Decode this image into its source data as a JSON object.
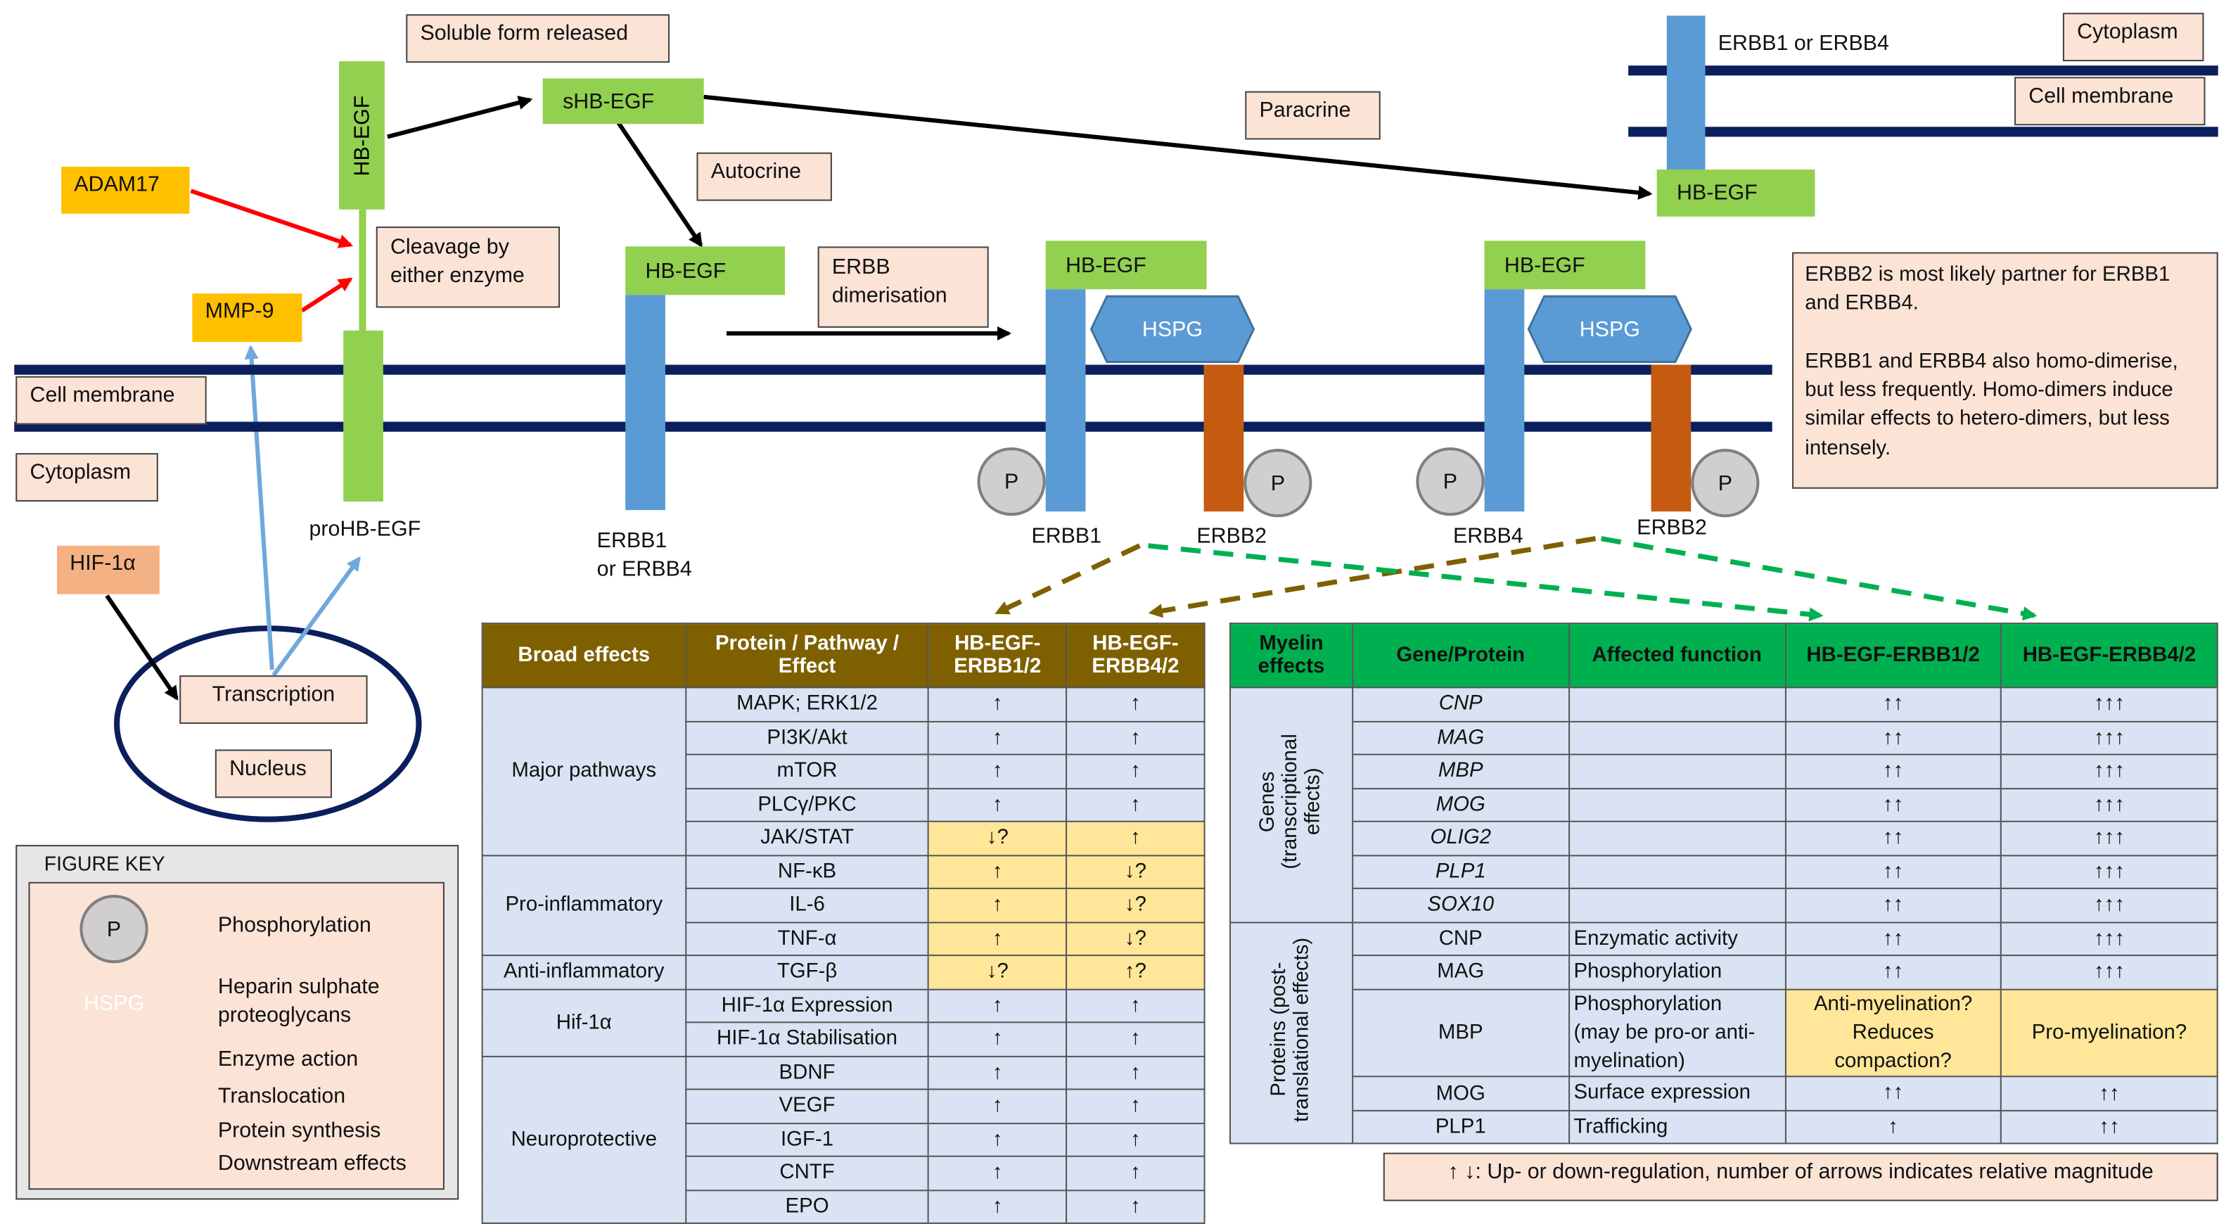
{
  "labels": {
    "soluble_form": "Soluble form released",
    "shbegf": "sHB-EGF",
    "hbegf": "HB-EGF",
    "prohbegf": "proHB-EGF",
    "adam17": "ADAM17",
    "mmp9": "MMP-9",
    "cleavage": "Cleavage by\neither enzyme",
    "autocrine": "Autocrine",
    "paracrine": "Paracrine",
    "erbb_dimerisation": "ERBB\ndimerisation",
    "cell_membrane": "Cell membrane",
    "cytoplasm": "Cytoplasm",
    "hif1a": "HIF-1α",
    "transcription": "Transcription",
    "nucleus": "Nucleus",
    "erbb1_or_erbb4_receptor": "ERBB1\nor ERBB4",
    "erbb1": "ERBB1",
    "erbb2": "ERBB2",
    "erbb4": "ERBB4",
    "erbb1_or_erbb4_top": "ERBB1 or ERBB4",
    "hspg": "HSPG",
    "p": "P",
    "erbb2_note": "ERBB2 is most likely partner for ERBB1 and ERBB4.\n\nERBB1 and ERBB4 also homo-dimerise, but less frequently. Homo-dimers induce similar effects to hetero-dimers, but less intensely.",
    "arrow_legend": "↑ ↓: Up- or down-regulation, number of arrows indicates relative magnitude"
  },
  "key": {
    "title": "FIGURE KEY",
    "p_label": "P",
    "phosphorylation": "Phosphorylation",
    "hspg_label": "HSPG",
    "hspg_desc": "Heparin sulphate\nproteoglycans",
    "enzyme_action": "Enzyme action",
    "translocation": "Translocation",
    "protein_synthesis": "Protein synthesis",
    "downstream": "Downstream effects"
  },
  "colors": {
    "red": "#ff0000",
    "black": "#000000",
    "blue_arrow": "#6fa8dc",
    "green_dash": "#00b050",
    "brown_dash": "#7f6000",
    "membrane": "#0b1f5c",
    "hbegf_green": "#92d050",
    "receptor_blue": "#5b9bd5",
    "erbb2_rust": "#c55a11"
  },
  "table_broad": {
    "headers": [
      "Broad effects",
      "Protein / Pathway / Effect",
      "HB-EGF-ERBB1/2",
      "HB-EGF-ERBB4/2"
    ],
    "groups": [
      {
        "name": "Major pathways",
        "rows": [
          {
            "item": "MAPK; ERK1/2",
            "e1": "↑",
            "e4": "↑",
            "hl1": false,
            "hl4": false
          },
          {
            "item": "PI3K/Akt",
            "e1": "↑",
            "e4": "↑",
            "hl1": false,
            "hl4": false
          },
          {
            "item": "mTOR",
            "e1": "↑",
            "e4": "↑",
            "hl1": false,
            "hl4": false
          },
          {
            "item": "PLCγ/PKC",
            "e1": "↑",
            "e4": "↑",
            "hl1": false,
            "hl4": false
          },
          {
            "item": "JAK/STAT",
            "e1": "↓?",
            "e4": "↑",
            "hl1": true,
            "hl4": true
          }
        ]
      },
      {
        "name": "Pro-inflammatory",
        "rows": [
          {
            "item": "NF-κB",
            "e1": "↑",
            "e4": "↓?",
            "hl1": true,
            "hl4": true
          },
          {
            "item": "IL-6",
            "e1": "↑",
            "e4": "↓?",
            "hl1": true,
            "hl4": true
          },
          {
            "item": "TNF-α",
            "e1": "↑",
            "e4": "↓?",
            "hl1": true,
            "hl4": true
          }
        ]
      },
      {
        "name": "Anti-inflammatory",
        "rows": [
          {
            "item": "TGF-β",
            "e1": "↓?",
            "e4": "↑?",
            "hl1": true,
            "hl4": true
          }
        ]
      },
      {
        "name": "Hif-1α",
        "rows": [
          {
            "item": "HIF-1α Expression",
            "e1": "↑",
            "e4": "↑",
            "hl1": false,
            "hl4": false
          },
          {
            "item": "HIF-1α Stabilisation",
            "e1": "↑",
            "e4": "↑",
            "hl1": false,
            "hl4": false
          }
        ]
      },
      {
        "name": "Neuroprotective",
        "rows": [
          {
            "item": "BDNF",
            "e1": "↑",
            "e4": "↑",
            "hl1": false,
            "hl4": false
          },
          {
            "item": "VEGF",
            "e1": "↑",
            "e4": "↑",
            "hl1": false,
            "hl4": false
          },
          {
            "item": "IGF-1",
            "e1": "↑",
            "e4": "↑",
            "hl1": false,
            "hl4": false
          },
          {
            "item": "CNTF",
            "e1": "↑",
            "e4": "↑",
            "hl1": false,
            "hl4": false
          },
          {
            "item": "EPO",
            "e1": "↑",
            "e4": "↑",
            "hl1": false,
            "hl4": false
          }
        ]
      }
    ]
  },
  "table_myelin": {
    "headers": [
      "Myelin effects",
      "Gene/Protein",
      "Affected function",
      "HB-EGF-ERBB1/2",
      "HB-EGF-ERBB4/2"
    ],
    "groups": [
      {
        "name": "Genes\n(transcriptional\neffects)",
        "italic": true,
        "rows": [
          {
            "item": "CNP",
            "func": "",
            "e1": "↑↑",
            "e4": "↑↑↑"
          },
          {
            "item": "MAG",
            "func": "",
            "e1": "↑↑",
            "e4": "↑↑↑"
          },
          {
            "item": "MBP",
            "func": "",
            "e1": "↑↑",
            "e4": "↑↑↑"
          },
          {
            "item": "MOG",
            "func": "",
            "e1": "↑↑",
            "e4": "↑↑↑"
          },
          {
            "item": "OLIG2",
            "func": "",
            "e1": "↑↑",
            "e4": "↑↑↑"
          },
          {
            "item": "PLP1",
            "func": "",
            "e1": "↑↑",
            "e4": "↑↑↑"
          },
          {
            "item": "SOX10",
            "func": "",
            "e1": "↑↑",
            "e4": "↑↑↑"
          }
        ]
      },
      {
        "name": "Proteins (post-\ntranslational effects)",
        "italic": false,
        "rows": [
          {
            "item": "CNP",
            "func": "Enzymatic activity",
            "e1": "↑↑",
            "e4": "↑↑↑"
          },
          {
            "item": "MAG",
            "func": "Phosphorylation",
            "e1": "↑↑",
            "e4": "↑↑↑"
          },
          {
            "item": "MBP",
            "func": "Phosphorylation\n(may be pro-or anti-\nmyelination)",
            "e1": "Anti-myelination?\nReduces\ncompaction?",
            "e4": "Pro-myelination?",
            "hl": true
          },
          {
            "item": "MOG",
            "func": "Surface expression",
            "e1": "↑↑",
            "e4": "↑↑"
          },
          {
            "item": "PLP1",
            "func": "Trafficking",
            "e1": "↑",
            "e4": "↑↑"
          }
        ]
      }
    ]
  }
}
